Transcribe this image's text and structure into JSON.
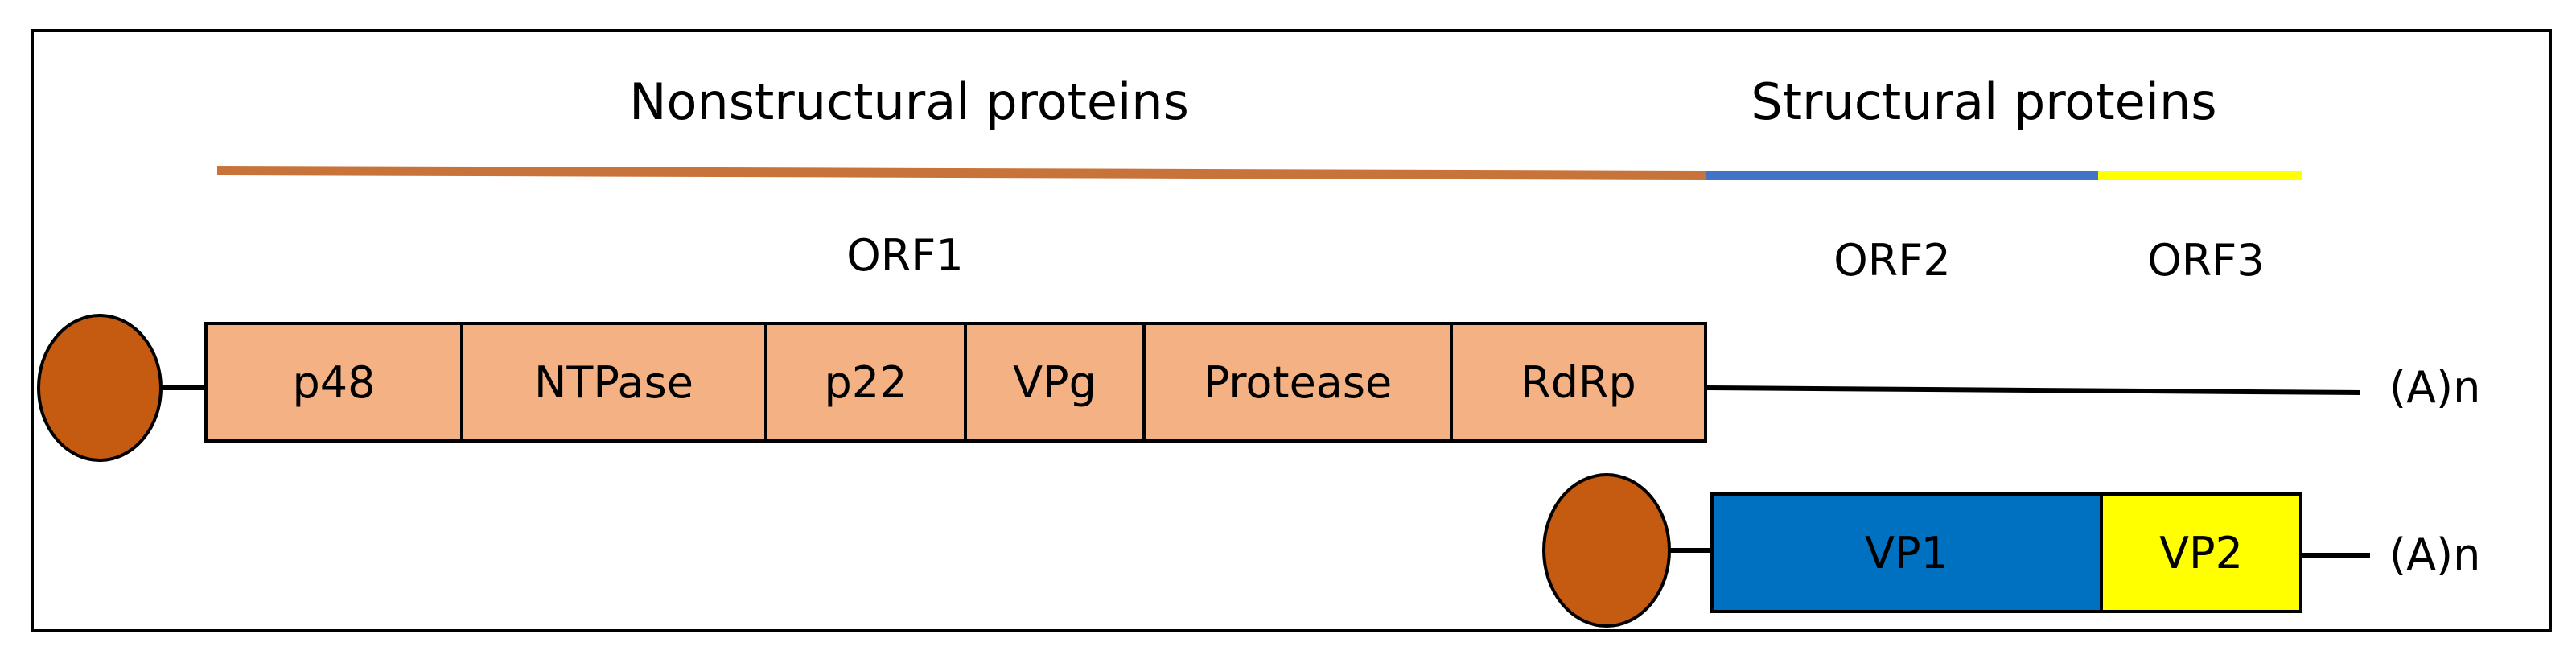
{
  "headings": {
    "nonstructural": "Nonstructural proteins",
    "structural": "Structural proteins"
  },
  "orf_labels": {
    "orf1": "ORF1",
    "orf2": "ORF2",
    "orf3": "ORF3"
  },
  "genomic_rna": {
    "segments": [
      "p48",
      "NTPase",
      "p22",
      "VPg",
      "Protease",
      "RdRp"
    ],
    "tail": "(A)n"
  },
  "subgenomic_rna": {
    "segments": [
      "VP1",
      "VP2"
    ],
    "tail": "(A)n"
  },
  "colors": {
    "nonstructural_bar": "#C8733A",
    "orf2_bar": "#4472C4",
    "orf3_bar": "#FFFF00",
    "cap": "#C55A11",
    "orf1_box": "#F4B183",
    "vp1_box": "#0070C0",
    "vp2_box": "#FFFF00",
    "line": "#000000"
  }
}
